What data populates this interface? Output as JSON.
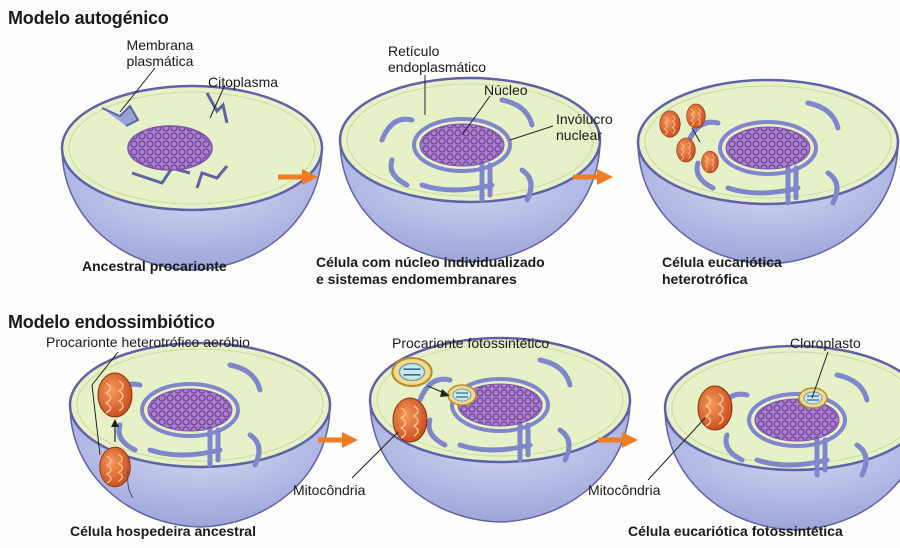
{
  "sections": {
    "autogenic": {
      "heading": "Modelo autogénico",
      "labels": {
        "membrane_line1": "Membrana",
        "membrane_line2": "plasmática",
        "cytoplasm": "Citoplasma",
        "er_line1": "Retículo",
        "er_line2": "endoplasmático",
        "nucleus": "Núcleo",
        "envelope_line1": "Invólucro",
        "envelope_line2": "nuclear"
      },
      "captions": {
        "stage1": "Ancestral procarionte",
        "stage2_line1": "Célula com núcleo individualizado",
        "stage2_line2": "e sistemas endomembranares",
        "stage3_line1": "Célula eucariótica",
        "stage3_line2": "heterotrófica"
      }
    },
    "endosymbiotic": {
      "heading": "Modelo endossimbiótico",
      "labels": {
        "aerobic": "Procarionte heterotrófico aeróbio",
        "photosynthetic": "Procarionte fotossintético",
        "chloroplast": "Cloroplasto",
        "mito1": "Mitocôndria",
        "mito2": "Mitocôndria"
      },
      "captions": {
        "stage1": "Célula hospedeira ancestral",
        "stage3": "Célula eucariótica fotossintética"
      }
    }
  },
  "colors": {
    "cell_body": "#b8bde6",
    "cell_edge": "#5d63a6",
    "cytoplasm": "#e7f1c8",
    "nucleus": "#9b6fc0",
    "er": "#7f86cb",
    "arrow": "#f07d22",
    "mitochondria": "#e0612b",
    "chloroplast": "#f3d98a"
  }
}
